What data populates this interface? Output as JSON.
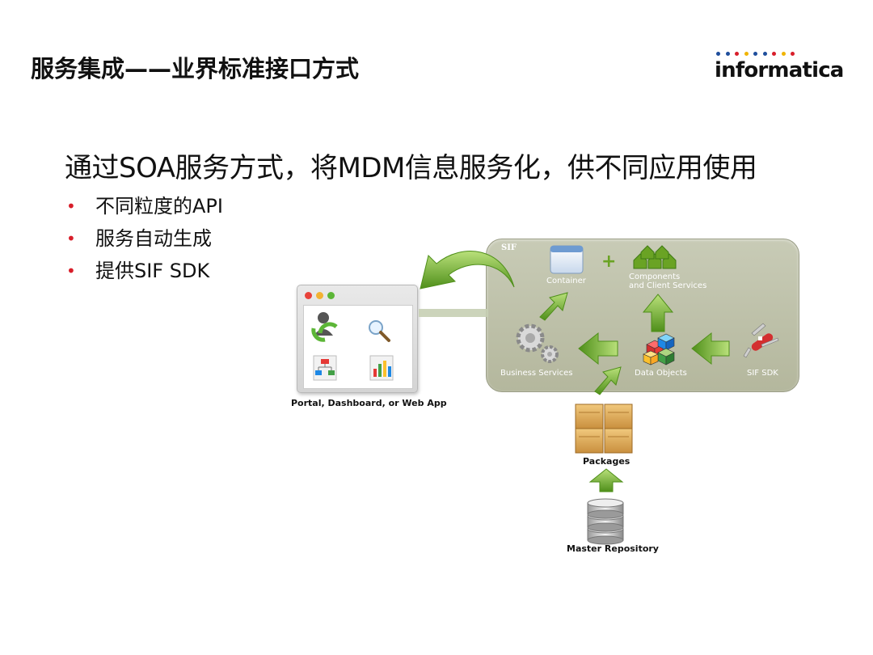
{
  "header": {
    "title": "服务集成——业界标准接口方式",
    "logo_text": "informatica",
    "logo_dot_colors": [
      "#1f4e9c",
      "#1f4e9c",
      "#d81e2a",
      "#f0b400",
      "#1f4e9c",
      "#1f4e9c",
      "#d81e2a",
      "#f0b400",
      "#d81e2a"
    ]
  },
  "main": {
    "headline": "通过SOA服务方式，将MDM信息服务化，供不同应用使用",
    "bullet_color": "#d81e2a",
    "bullets": [
      {
        "label": "不同粒度的API"
      },
      {
        "label": "服务自动生成"
      },
      {
        "label": "提供SIF SDK"
      }
    ]
  },
  "diagram": {
    "panel_label": "SIF",
    "container_label": "Container",
    "components_label_line1": "Components",
    "components_label_line2": "and Client Services",
    "business_services_label": "Business Services",
    "data_objects_label": "Data Objects",
    "sif_sdk_label": "SIF SDK",
    "portal_label": "Portal, Dashboard, or Web App",
    "packages_label": "Packages",
    "repository_label": "Master Repository",
    "plus_symbol": "+",
    "arrow_color": "#6aa324"
  }
}
